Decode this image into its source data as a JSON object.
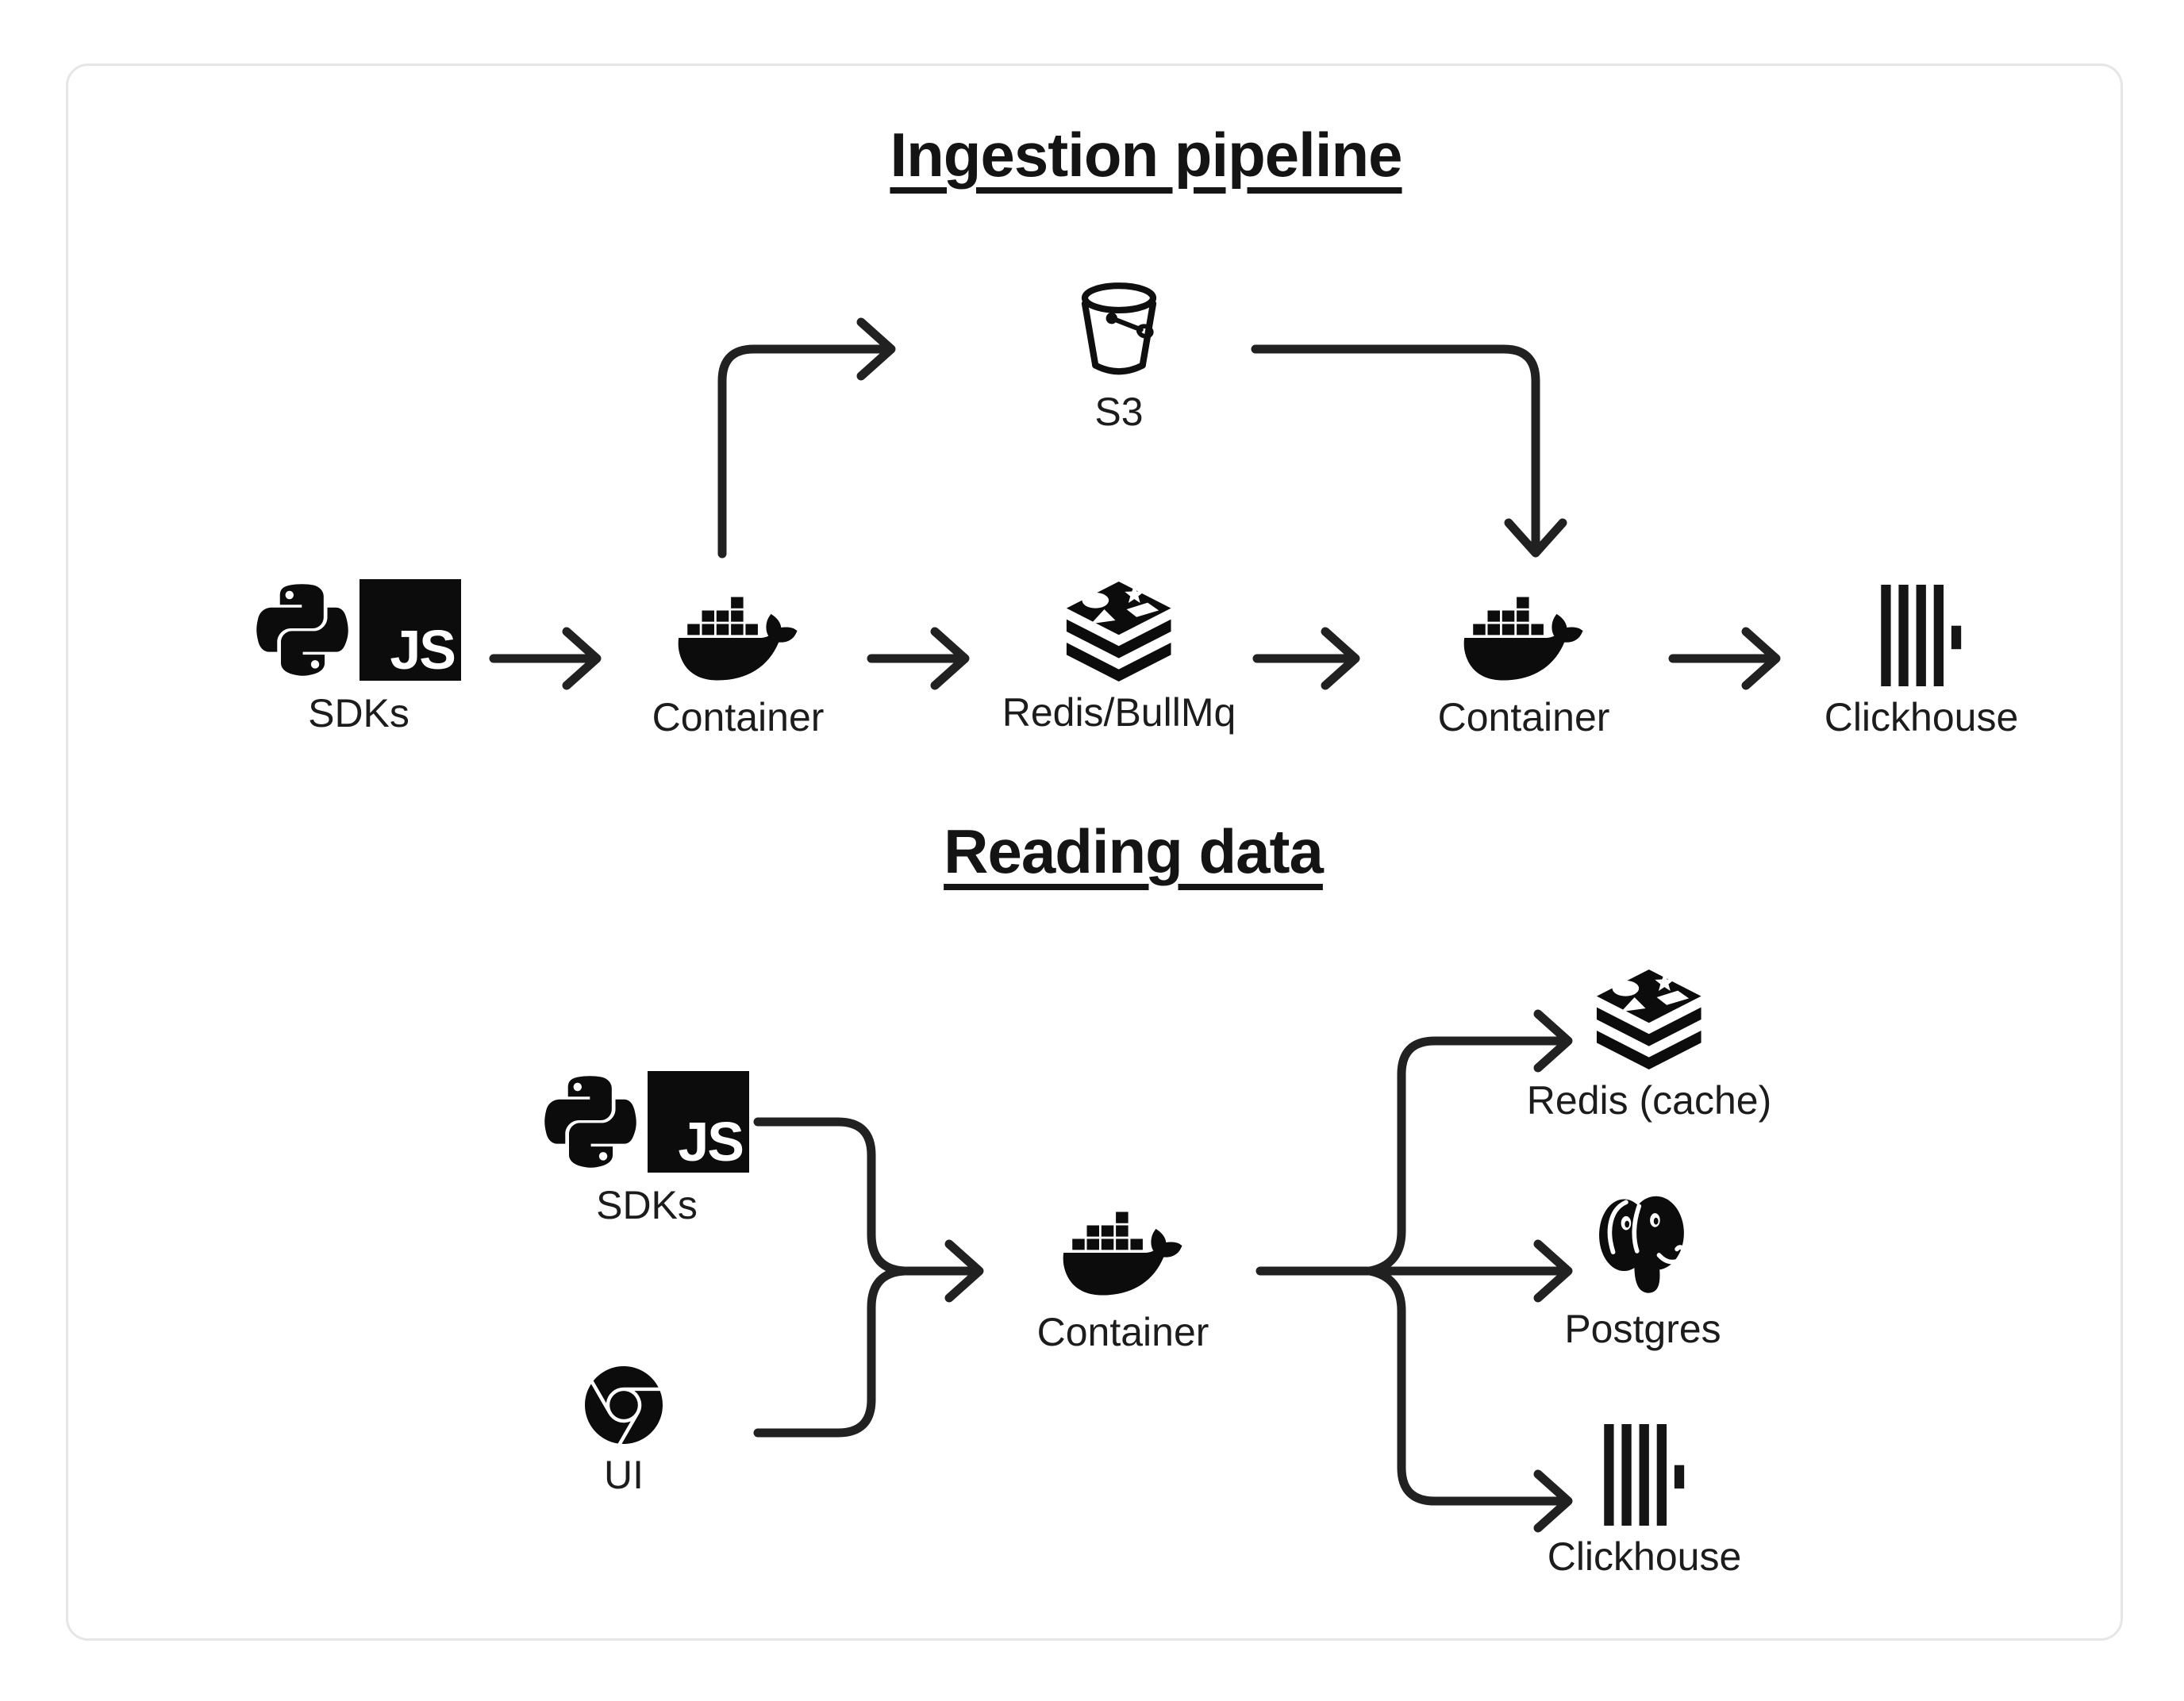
{
  "logos": {
    "js_text": "JS"
  },
  "ingestion": {
    "title": "Ingestion pipeline",
    "nodes": {
      "sdks": {
        "label": "SDKs"
      },
      "container1": {
        "label": "Container"
      },
      "s3": {
        "label": "S3"
      },
      "redis": {
        "label": "Redis/BullMq"
      },
      "container2": {
        "label": "Container"
      },
      "clickhouse": {
        "label": "Clickhouse"
      }
    },
    "edges": [
      "SDKs -> Container",
      "Container -> S3",
      "Container -> Redis/BullMq",
      "S3 -> Container",
      "Redis/BullMq -> Container",
      "Container -> Clickhouse"
    ]
  },
  "reading": {
    "title": "Reading data",
    "nodes": {
      "sdks": {
        "label": "SDKs"
      },
      "ui": {
        "label": "UI"
      },
      "container": {
        "label": "Container"
      },
      "redis_cache": {
        "label": "Redis (cache)"
      },
      "postgres": {
        "label": "Postgres"
      },
      "clickhouse": {
        "label": "Clickhouse"
      }
    },
    "edges": [
      "SDKs -> Container",
      "UI -> Container",
      "Container -> Redis (cache)",
      "Container -> Postgres",
      "Container -> Clickhouse"
    ]
  }
}
